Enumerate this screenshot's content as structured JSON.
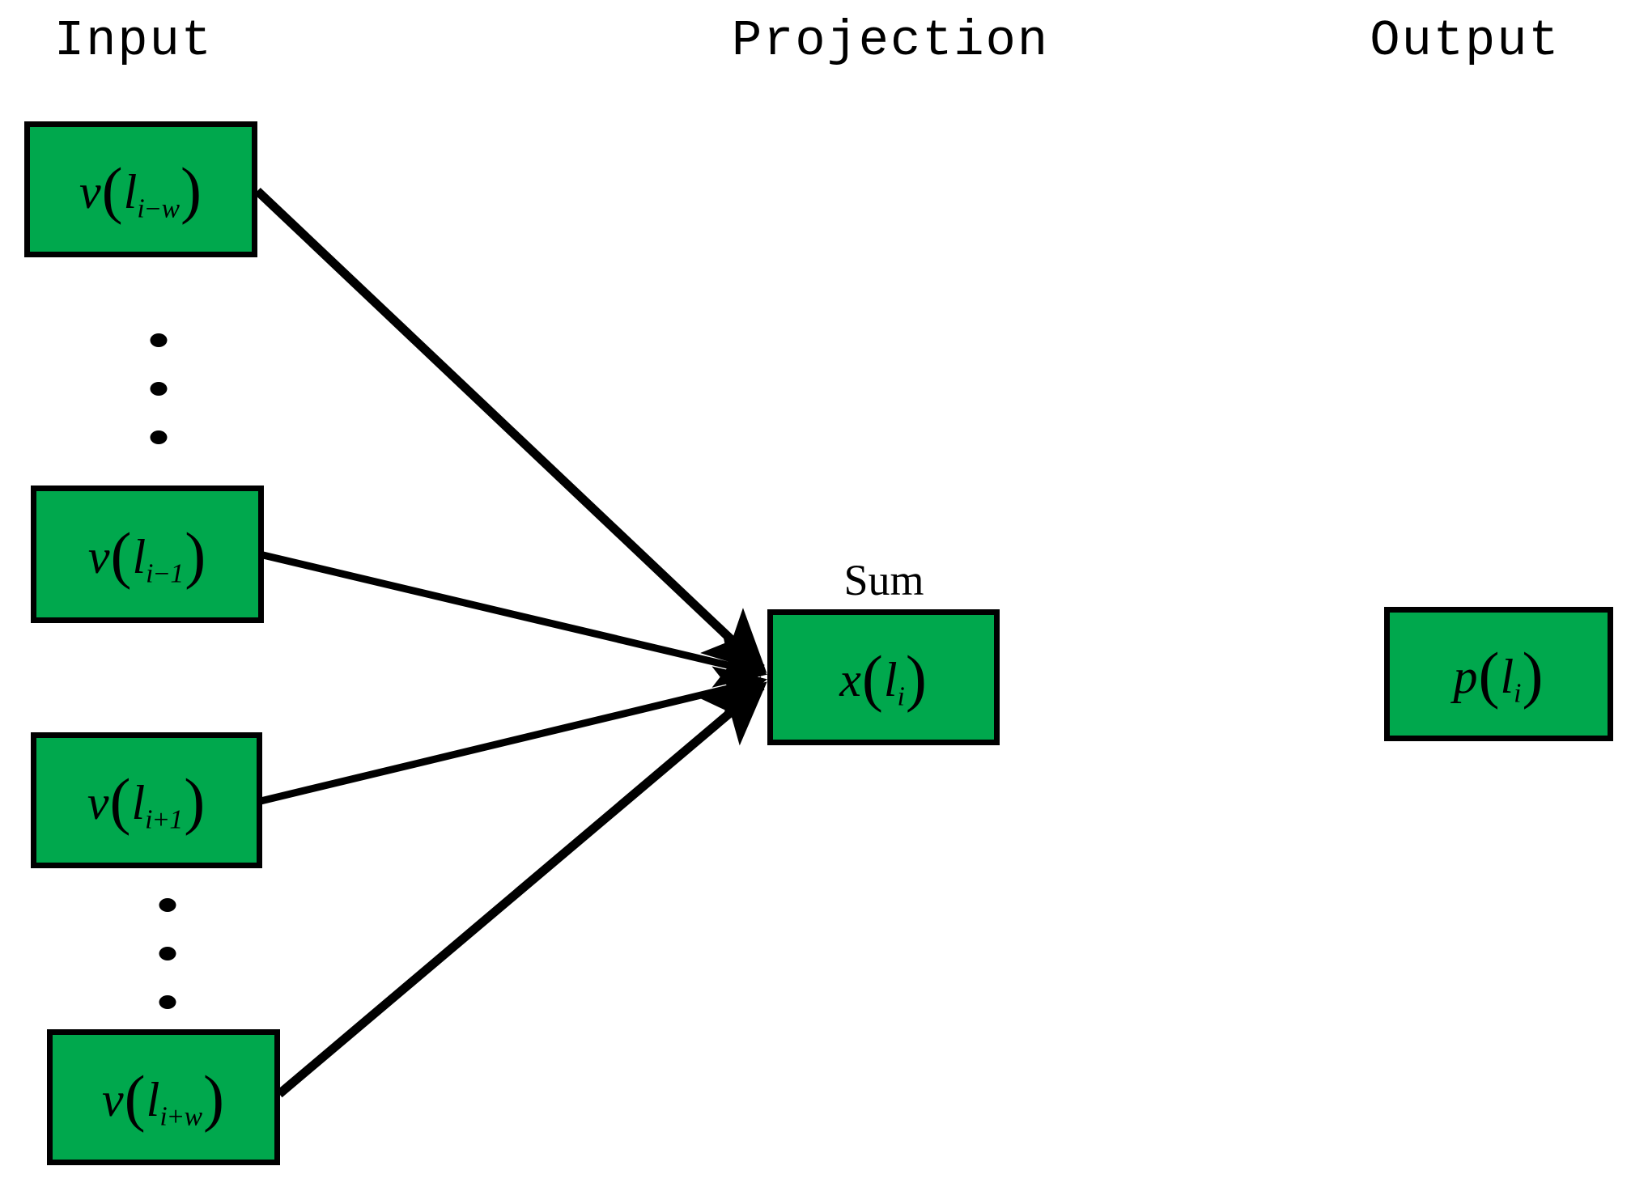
{
  "diagram": {
    "title": "CBOW-style projection diagram",
    "background_color": "#ffffff",
    "node_fill_color": "#00a84d",
    "node_border_color": "#000000",
    "line_color": "#000000"
  },
  "headers": {
    "input": "Input",
    "projection": "Projection",
    "output": "Output"
  },
  "captions": {
    "sum": "Sum"
  },
  "input_nodes": [
    {
      "id": "v-i-minus-w",
      "fn": "v",
      "arg_base": "l",
      "arg_sub_index": "i",
      "arg_sub_op": "−",
      "arg_sub_offset": "w",
      "label": "v(l_{i-w})"
    },
    {
      "id": "v-i-minus-1",
      "fn": "v",
      "arg_base": "l",
      "arg_sub_index": "i",
      "arg_sub_op": "−",
      "arg_sub_offset": "1",
      "label": "v(l_{i-1})"
    },
    {
      "id": "v-i-plus-1",
      "fn": "v",
      "arg_base": "l",
      "arg_sub_index": "i",
      "arg_sub_op": "+",
      "arg_sub_offset": "1",
      "label": "v(l_{i+1})"
    },
    {
      "id": "v-i-plus-w",
      "fn": "v",
      "arg_base": "l",
      "arg_sub_index": "i",
      "arg_sub_op": "+",
      "arg_sub_offset": "w",
      "label": "v(l_{i+w})"
    }
  ],
  "projection_node": {
    "id": "x-i",
    "fn": "x",
    "arg_base": "l",
    "arg_sub_index": "i",
    "label": "x(l_i)"
  },
  "output_node": {
    "id": "p-i",
    "fn": "p",
    "arg_base": "l",
    "arg_sub_index": "i",
    "label": "p(l_i)"
  },
  "ellipsis": {
    "upper_dot_count": 3,
    "lower_dot_count": 3
  },
  "edges": [
    {
      "from": "v-i-minus-w",
      "to": "x-i",
      "arrow": true
    },
    {
      "from": "v-i-minus-1",
      "to": "x-i",
      "arrow": true
    },
    {
      "from": "v-i-plus-1",
      "to": "x-i",
      "arrow": true
    },
    {
      "from": "v-i-plus-w",
      "to": "x-i",
      "arrow": true
    }
  ]
}
